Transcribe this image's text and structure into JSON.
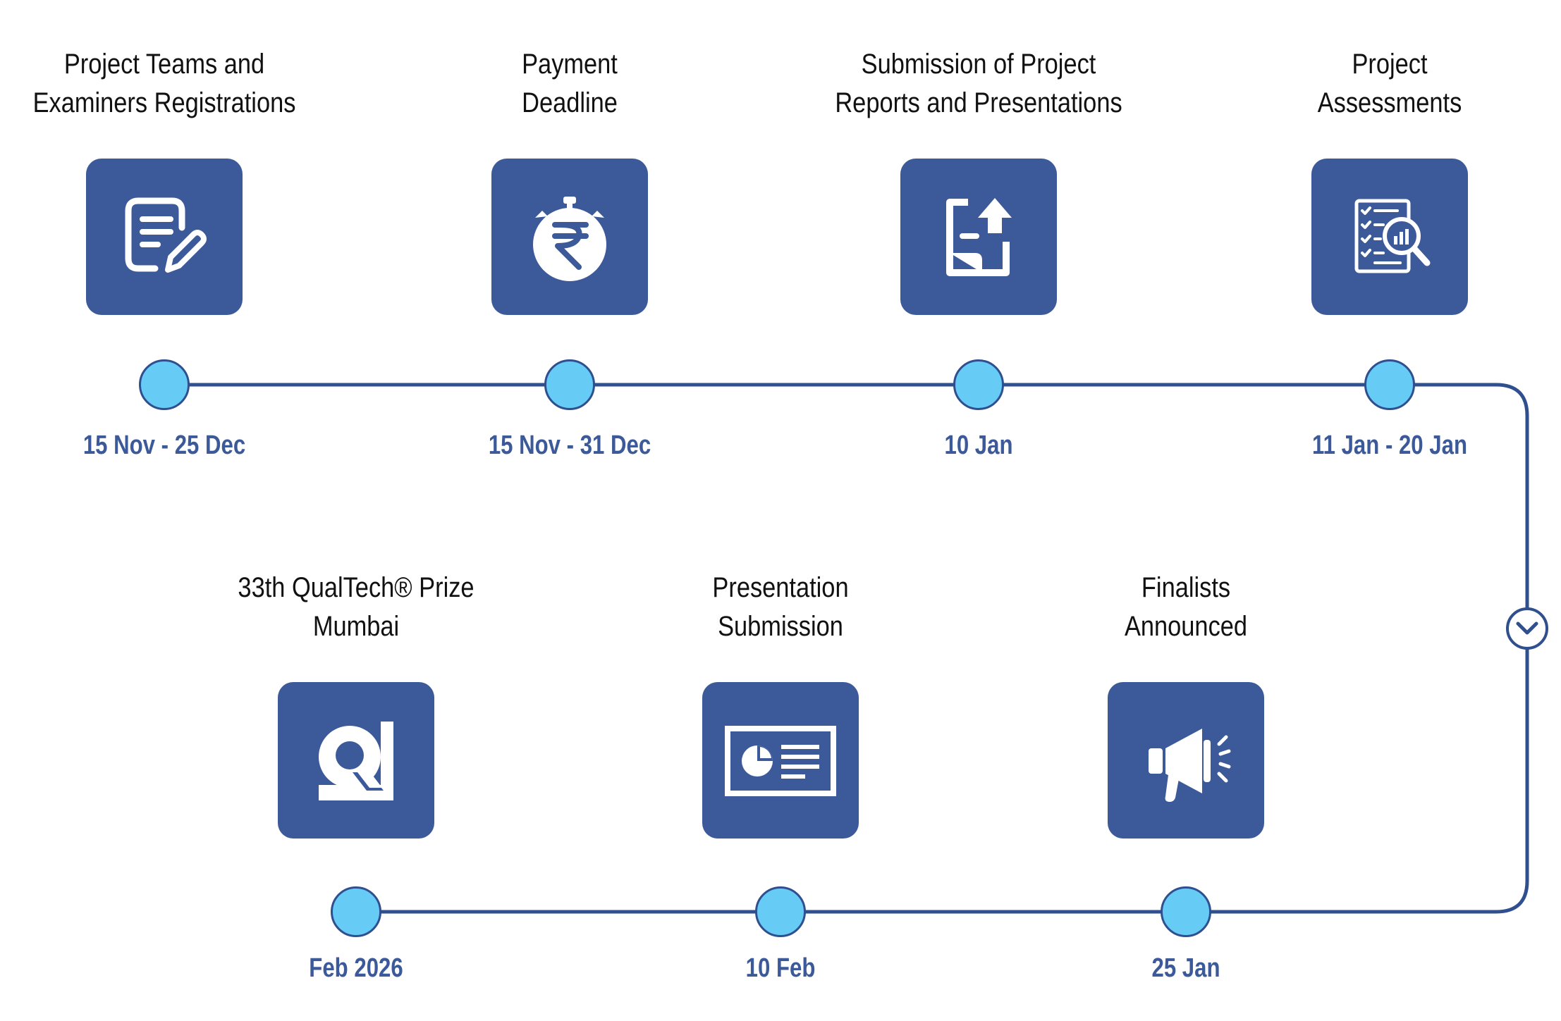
{
  "colors": {
    "tile": "#3c5a99",
    "node_fill": "#66ccf5",
    "line": "#2f4f8f",
    "date_text": "#3c5a99",
    "title_text": "#111111"
  },
  "milestones": [
    {
      "title_lines": [
        "Project Teams and",
        "Examiners Registrations"
      ],
      "date": "15 Nov - 25 Dec",
      "icon": "registration-form-edit-icon"
    },
    {
      "title_lines": [
        "Payment",
        "Deadline"
      ],
      "date": "15 Nov - 31 Dec",
      "icon": "rupee-stopwatch-icon"
    },
    {
      "title_lines": [
        "Submission of Project",
        "Reports and Presentations"
      ],
      "date": "10 Jan",
      "icon": "document-upload-icon"
    },
    {
      "title_lines": [
        "Project",
        "Assessments"
      ],
      "date": "11 Jan - 20 Jan",
      "icon": "checklist-magnifier-icon"
    },
    {
      "title_lines": [
        "Finalists",
        "Announced"
      ],
      "date": "25 Jan",
      "icon": "megaphone-icon"
    },
    {
      "title_lines": [
        "Presentation",
        "Submission"
      ],
      "date": "10 Feb",
      "icon": "presentation-screen-icon"
    },
    {
      "title_lines": [
        "33th QualTech® Prize",
        "Mumbai"
      ],
      "date": "Feb 2026",
      "icon": "qualtech-logo-icon"
    }
  ],
  "connector": {
    "turn_icon": "chevron-down-icon"
  }
}
